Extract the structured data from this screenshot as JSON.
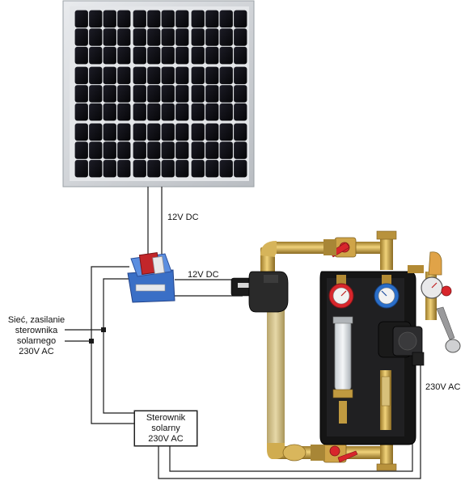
{
  "labels": {
    "panel_voltage": "12V DC",
    "relay_out_voltage": "12V DC",
    "mains": [
      "Sieć, zasilanie",
      "sterownika",
      "solarnego",
      "230V AC"
    ],
    "controller": [
      "Sterownik",
      "solarny",
      "230V AC"
    ],
    "pump_voltage": "230V AC"
  },
  "colors": {
    "wire": "#1a1a1a",
    "pipe_brass": "#c9a44a",
    "pipe_beige": "#d8c792",
    "insulation": "#151515",
    "valve_red": "#d8262c",
    "valve_blue": "#2a6ec9",
    "relay_blue": "#3a6fc6",
    "panel_cell": "#0e0e12",
    "panel_frame": "#cfd2d6"
  },
  "icons": [
    "solar-panel-icon",
    "relay-icon",
    "solenoid-valve-icon",
    "pump-station-icon",
    "controller-box"
  ]
}
